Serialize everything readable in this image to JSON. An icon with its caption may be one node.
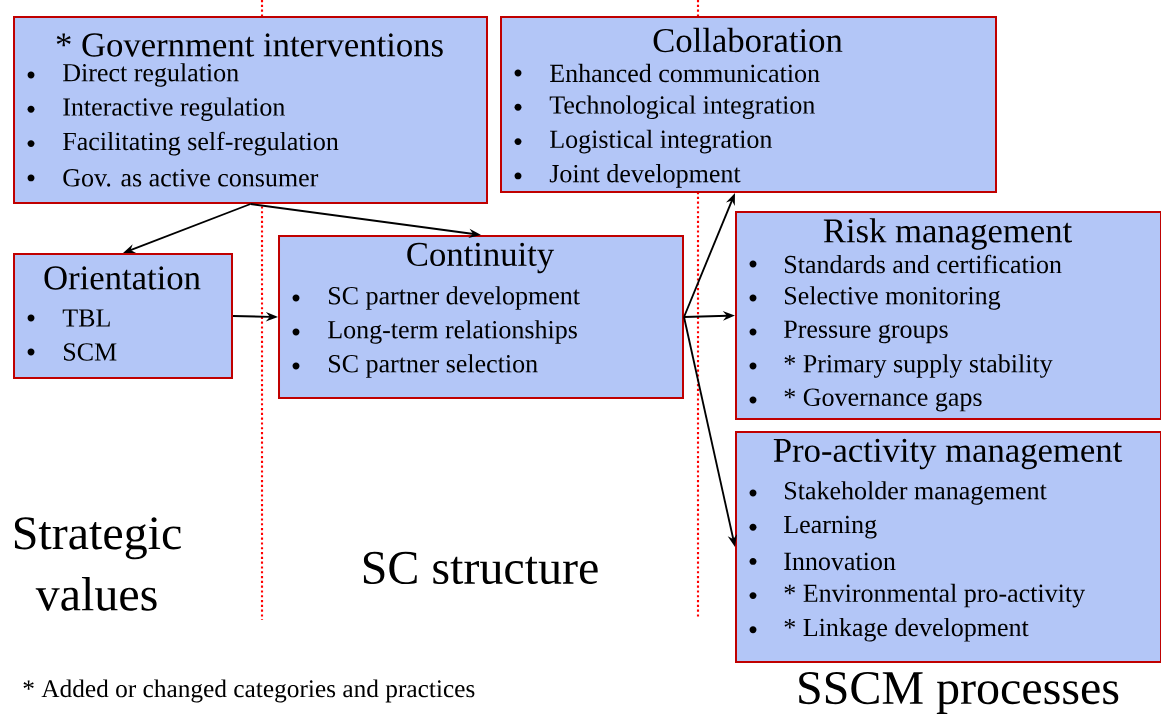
{
  "diagram": {
    "nodes": [
      {
        "text": [
          "* Government interventions",
          "Direct regulation",
          "Interactive regulation",
          "Facilitating self-regulation",
          "Gov. as active consumer"
        ]
      },
      {
        "text": [
          "Collaboration",
          "Enhanced communication",
          "Technological integration",
          "Logistical integration",
          "Joint development"
        ]
      },
      {
        "text": [
          "Orientation",
          "TBL",
          "SCM"
        ]
      },
      {
        "text": [
          "Continuity",
          "SC partner development",
          "Long-term relationships",
          "SC partner selection"
        ]
      },
      {
        "text": [
          "Risk management",
          "Standards and certification",
          "Selective monitoring",
          "Pressure groups",
          "* Primary supply stability",
          "* Governance gaps"
        ]
      },
      {
        "text": [
          "Pro-activity management",
          "Stakeholder management",
          "Learning",
          "Innovation",
          "* Environmental pro-activity",
          "* Linkage development"
        ]
      }
    ],
    "edges": [
      {
        "from": 0,
        "to": 2,
        "arrow": "to"
      },
      {
        "from": 0,
        "to": 3,
        "arrow": "to"
      },
      {
        "from": 2,
        "to": 3,
        "arrow": "to"
      },
      {
        "from": 3,
        "to": 1,
        "arrow": "to"
      },
      {
        "from": 3,
        "to": 4,
        "arrow": "to"
      },
      {
        "from": 3,
        "to": 5,
        "arrow": "to"
      }
    ],
    "labels": [
      "Strategic values",
      "SC structure",
      "* Added or changed categories and practices",
      "SSCM processes"
    ]
  }
}
